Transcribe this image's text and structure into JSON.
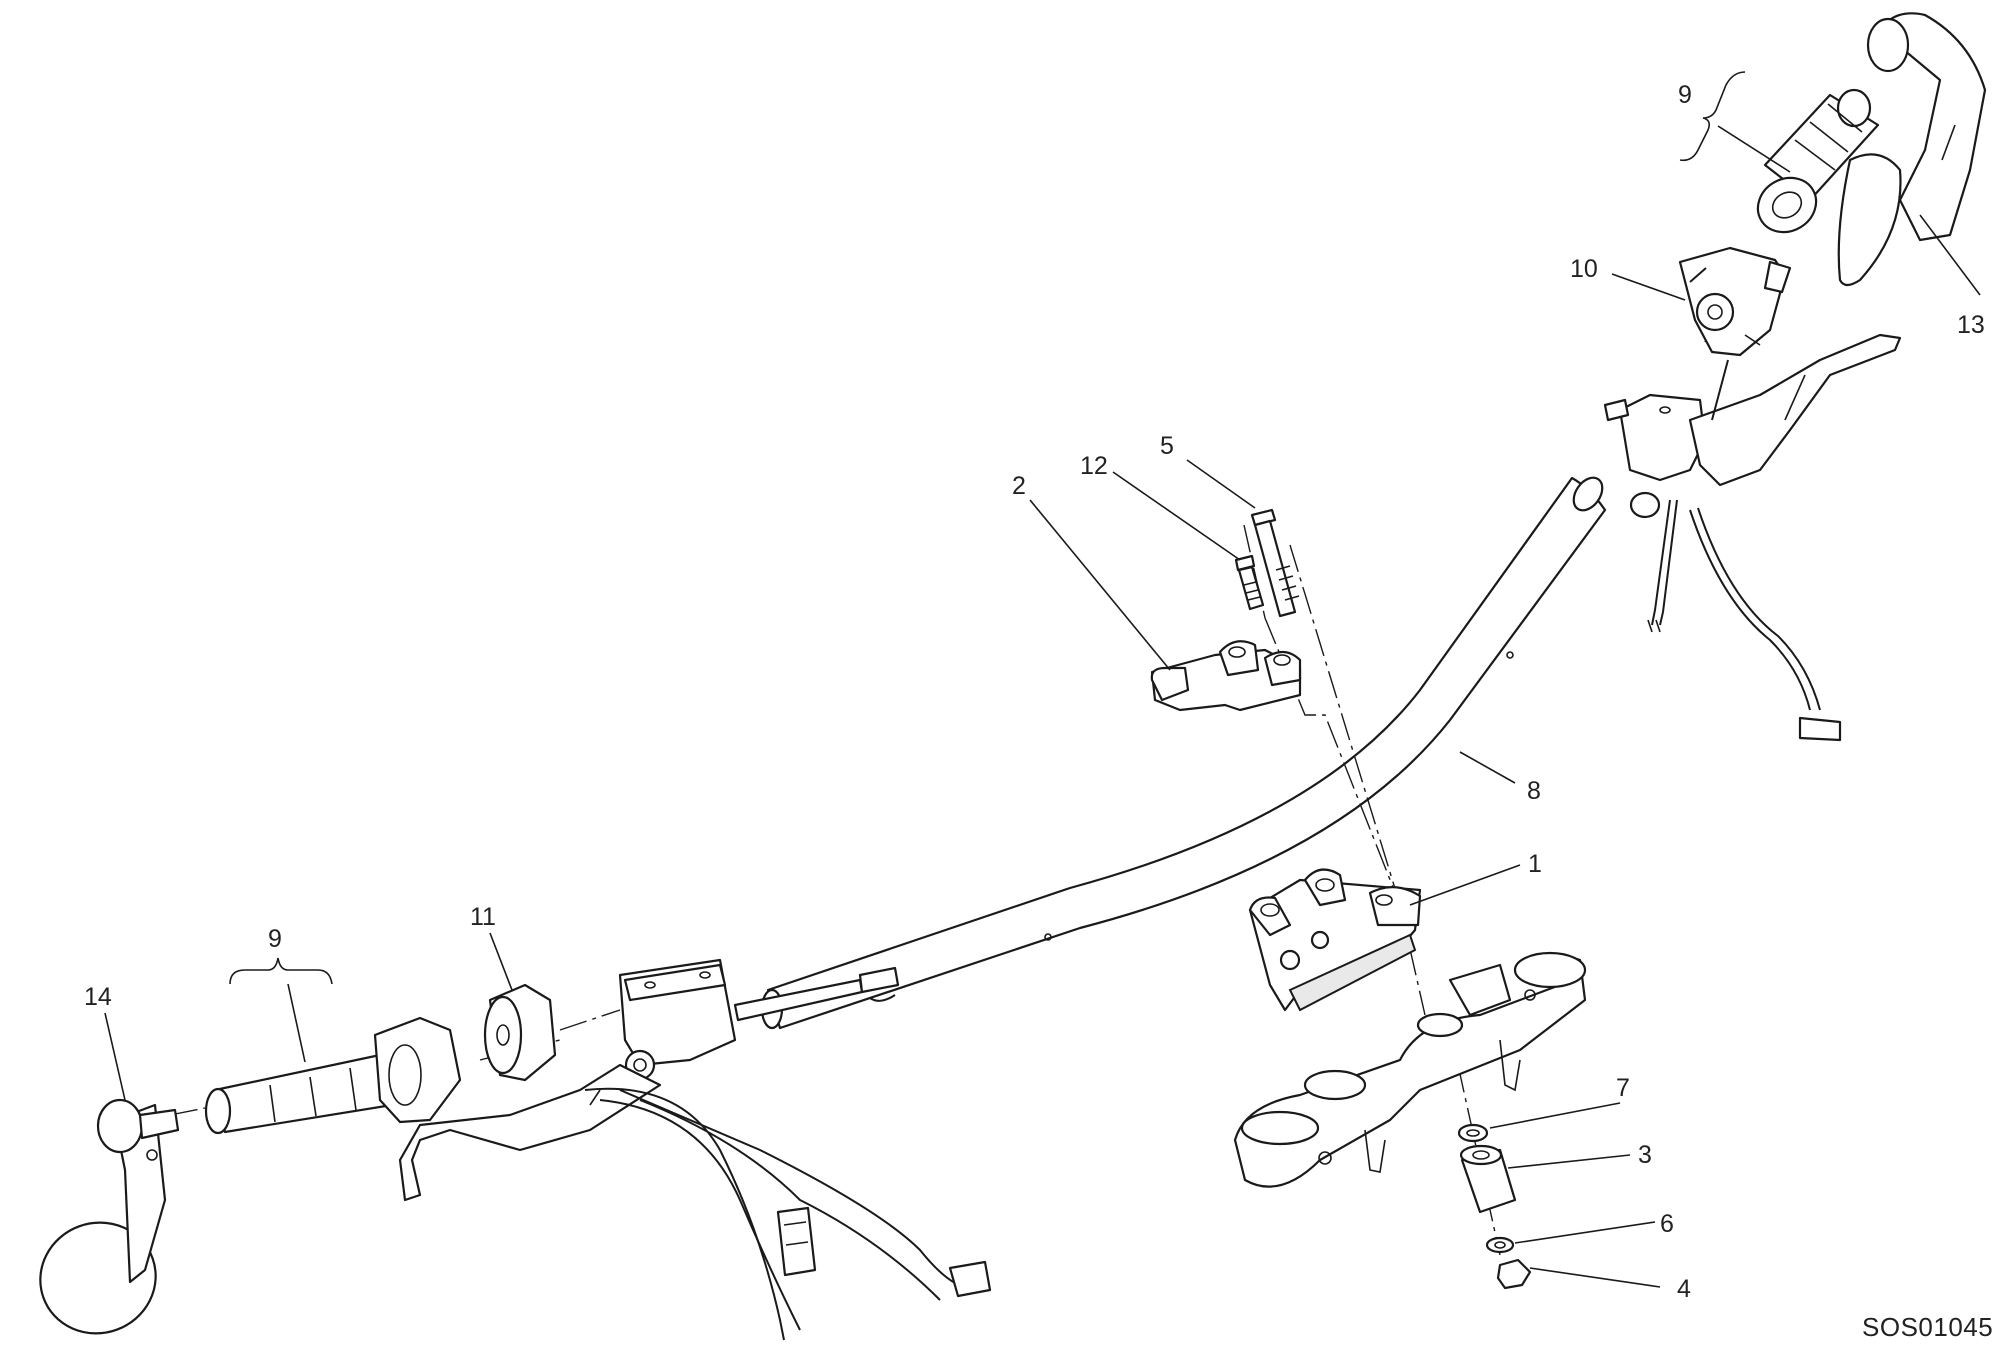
{
  "callouts": {
    "c1": "1",
    "c2": "2",
    "c3": "3",
    "c4": "4",
    "c5": "5",
    "c6": "6",
    "c7": "7",
    "c8": "8",
    "c9_right": "9",
    "c9_left": "9",
    "c10": "10",
    "c11": "11",
    "c12": "12",
    "c13": "13",
    "c14": "14"
  },
  "drawing_code": "SOS01045"
}
